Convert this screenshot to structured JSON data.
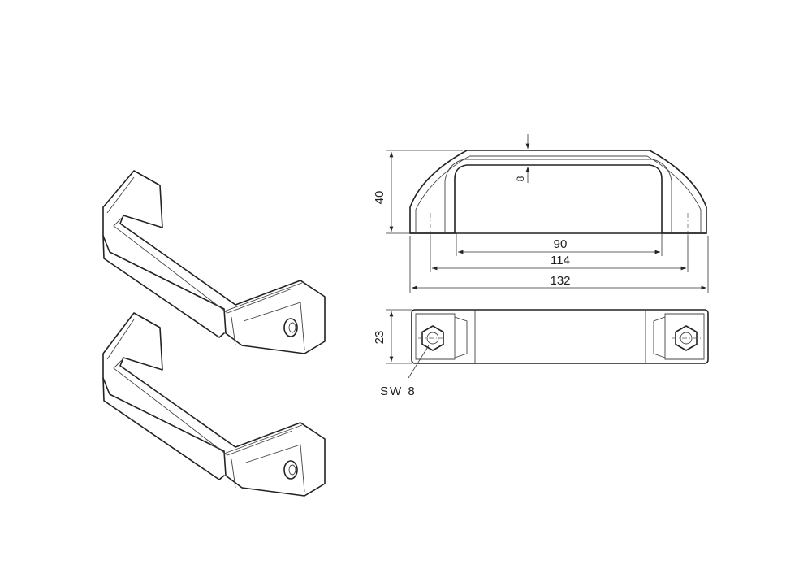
{
  "dimensions": {
    "height": "40",
    "inner_width": "90",
    "hole_spacing": "114",
    "overall_length": "132",
    "grip_thickness": "8",
    "width": "23",
    "wrench_size": "SW 8"
  }
}
